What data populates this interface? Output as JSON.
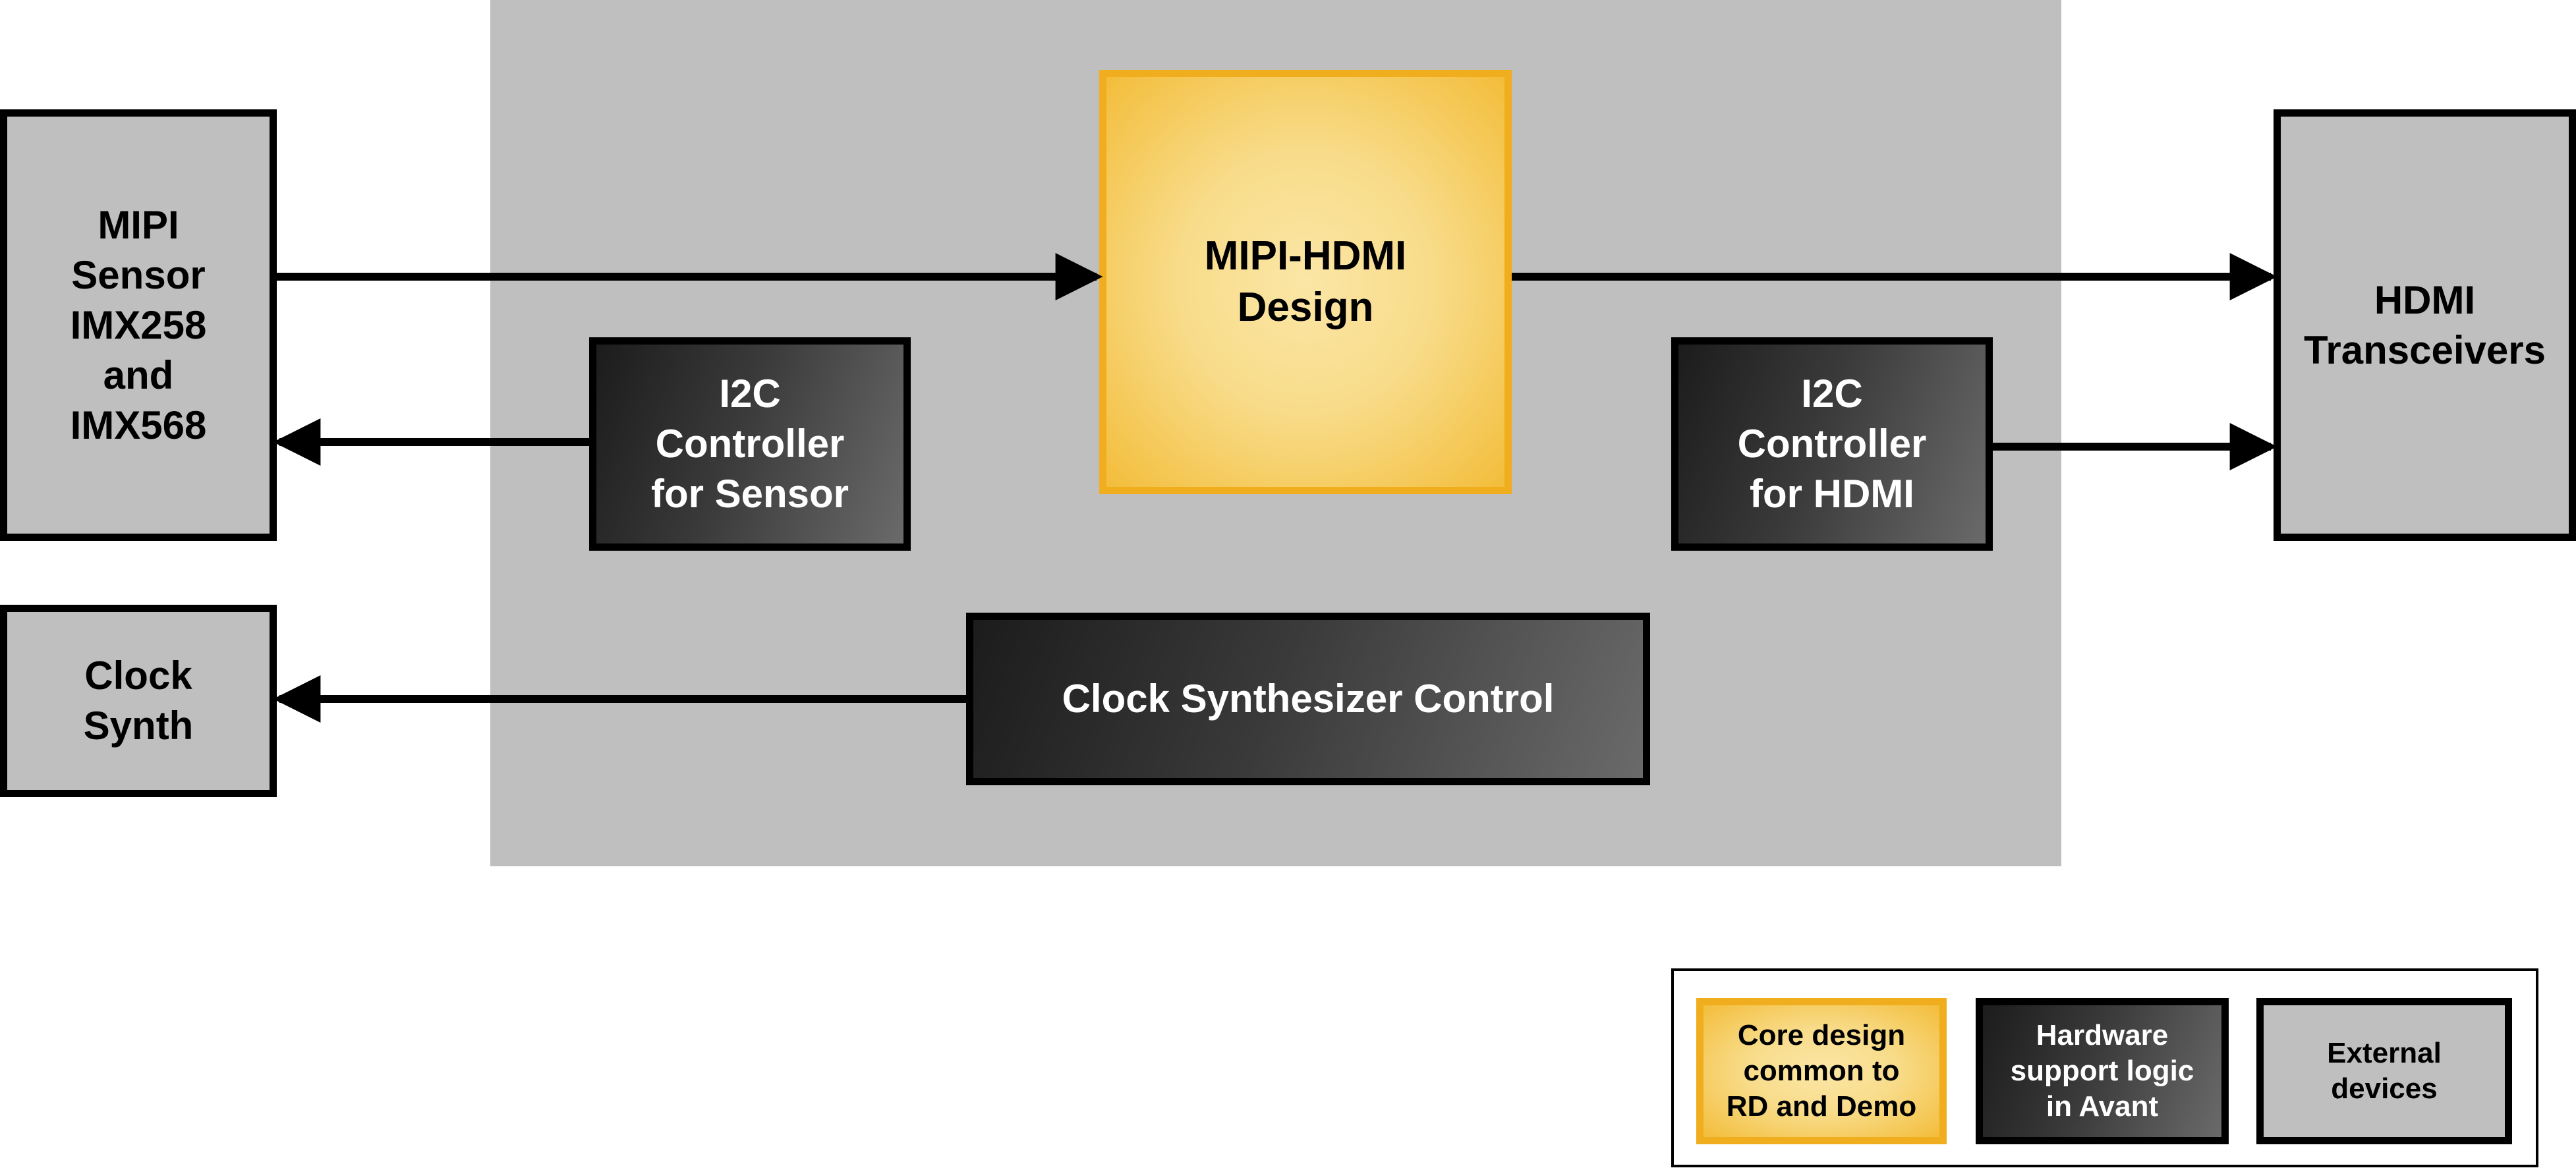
{
  "blocks": {
    "mipi_sensor": "MIPI\nSensor\nIMX258\nand\nIMX568",
    "clock_synth": "Clock\nSynth",
    "mipi_hdmi_design": "MIPI-HDMI\nDesign",
    "i2c_sensor": "I2C\nController\nfor Sensor",
    "i2c_hdmi": "I2C\nController\nfor HDMI",
    "clock_control": "Clock Synthesizer Control",
    "hdmi_transceivers": "HDMI\nTransceivers"
  },
  "legend": {
    "core": "Core design\ncommon to\nRD and Demo",
    "hw": "Hardware\nsupport logic\nin Avant",
    "ext": "External\ndevices"
  },
  "colors": {
    "fpga_region": "#bfbfbf",
    "external": "#bfbfbf",
    "core_border": "#f0ad1e",
    "core_fill": "#f8dc8a",
    "hardware_fill": "#3a3a3a",
    "outline": "#000000"
  }
}
